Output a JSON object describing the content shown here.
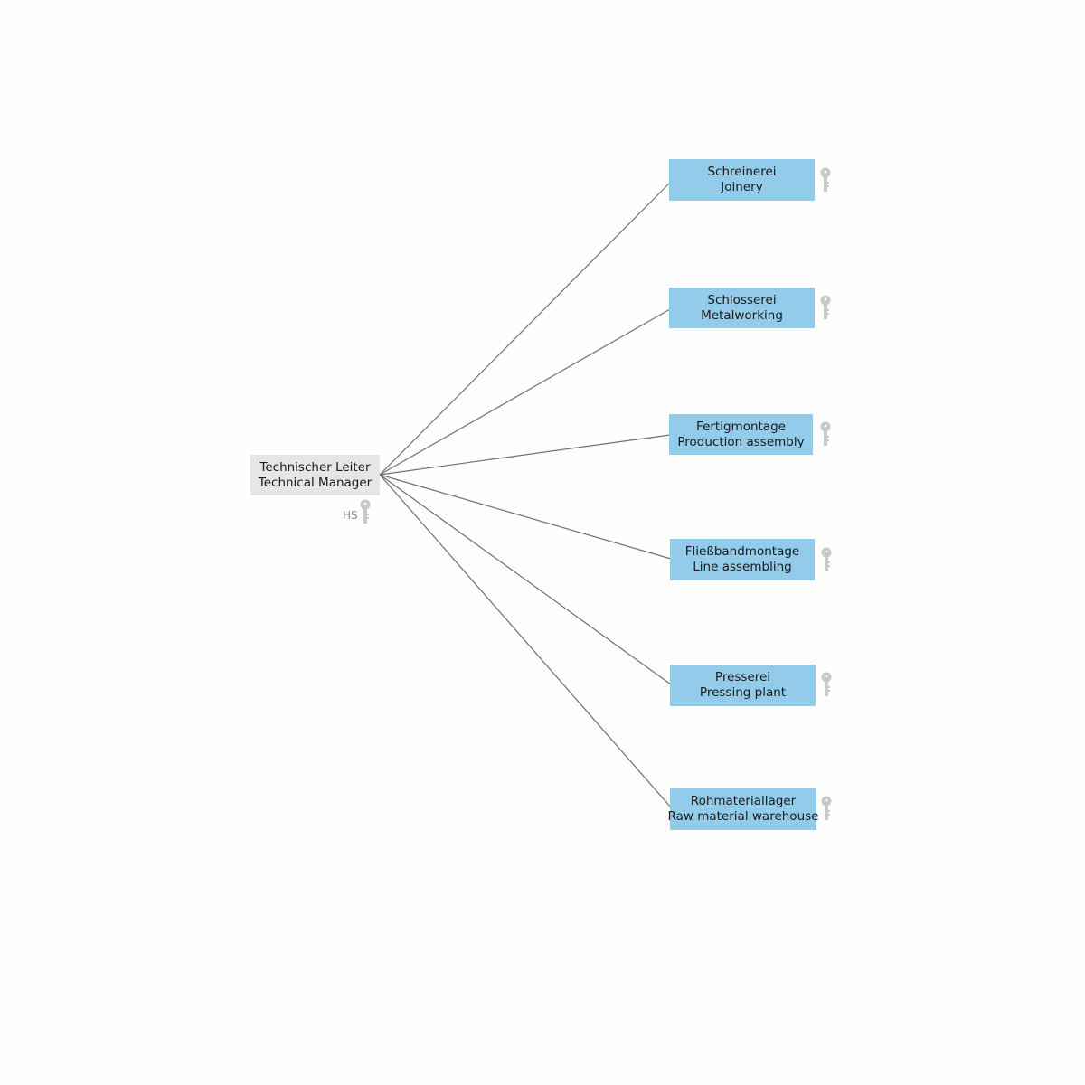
{
  "colors": {
    "root_box": "#e6e6e6",
    "dept_box": "#93cbea",
    "connector": "#707070",
    "key_icon": "#c9c9c9"
  },
  "root": {
    "line1": "Technischer Leiter",
    "line2": "Technical Manager",
    "key_label": "HS",
    "icon": "key-icon"
  },
  "departments": [
    {
      "line1": "Schreinerei",
      "line2": "Joinery",
      "icon": "key-icon"
    },
    {
      "line1": "Schlosserei",
      "line2": "Metalworking",
      "icon": "key-icon"
    },
    {
      "line1": "Fertigmontage",
      "line2": "Production assembly",
      "icon": "key-icon"
    },
    {
      "line1": "Fließbandmontage",
      "line2": "Line assembling",
      "icon": "key-icon"
    },
    {
      "line1": "Presserei",
      "line2": "Pressing plant",
      "icon": "key-icon"
    },
    {
      "line1": "Rohmateriallager",
      "line2": "Raw material warehouse",
      "icon": "key-icon"
    }
  ]
}
